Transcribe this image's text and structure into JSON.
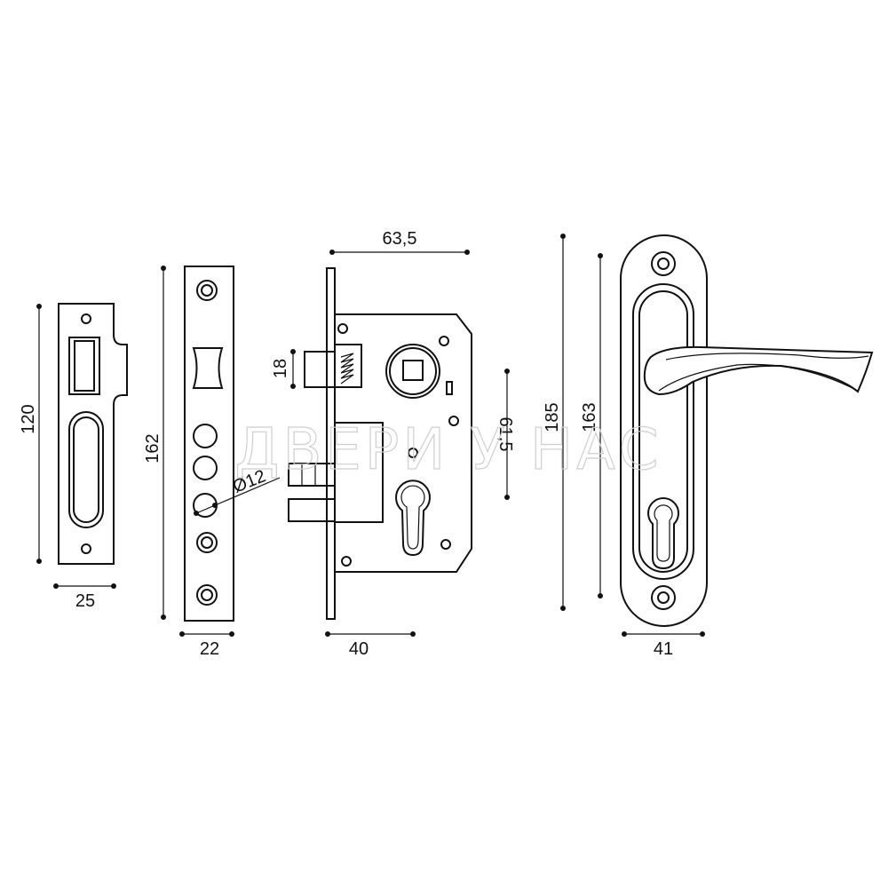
{
  "dimensions": {
    "strike_height": "120",
    "strike_width": "25",
    "faceplate_height": "162",
    "faceplate_width": "22",
    "cylinder_hole_diameter": "Ø12",
    "body_length": "63,5",
    "latch_height": "18",
    "center_distance": "61,5",
    "backset": "40",
    "escutcheon_height": "185",
    "handle_axis_distance": "163",
    "escutcheon_width": "41"
  },
  "watermark": "ДВЕРИ У НАС",
  "colors": {
    "line": "#111111",
    "background": "#ffffff",
    "watermark": "#cfcfcf"
  }
}
